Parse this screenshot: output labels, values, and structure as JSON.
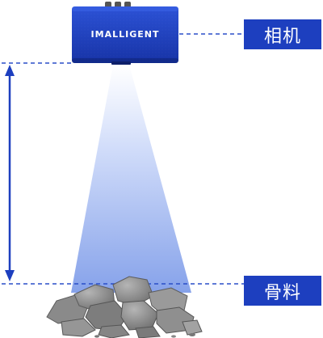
{
  "camera": {
    "brand": "IMALLIGENT",
    "body_color": "#1d3fbf"
  },
  "labels": {
    "camera_label": "相机",
    "aggregate_label": "骨料"
  },
  "colors": {
    "accent": "#1d3fbf",
    "beam": "#9fb6ee",
    "guide_line": "#2a4fc8",
    "rock": "#8c8c8c"
  }
}
